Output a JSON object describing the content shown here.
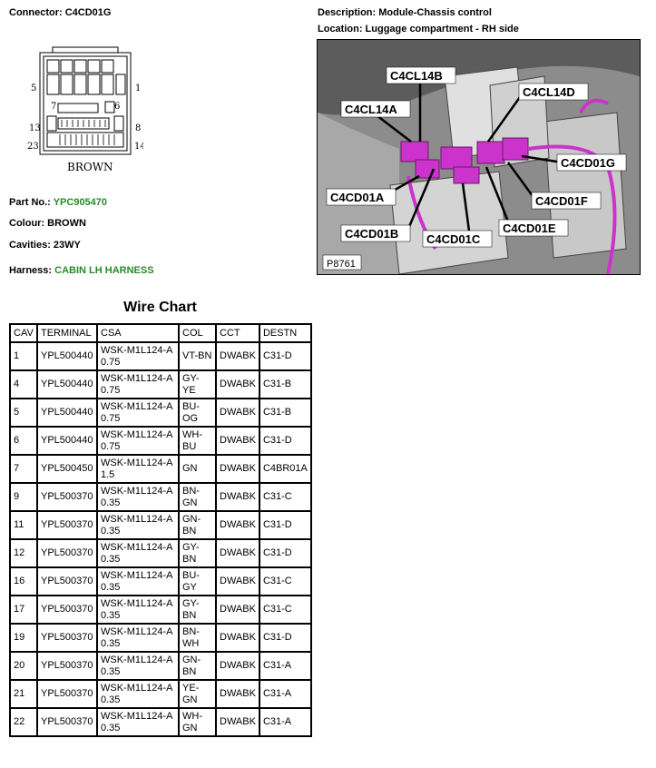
{
  "header": {
    "connector": "Connector: C4CD01G",
    "description": "Description: Module-Chassis control",
    "location": "Location: Luggage compartment - RH side"
  },
  "connector_diagram": {
    "pin_labels": [
      "5",
      "1",
      "7",
      "6",
      "13",
      "8",
      "23",
      "14"
    ],
    "colour_label": "BROWN"
  },
  "part": {
    "part_no_label": "Part No.:",
    "part_no_value": "YPC905470",
    "colour": "Colour: BROWN",
    "cavities": "Cavities: 23WY",
    "harness_label": "Harness:",
    "harness_value": "CABIN LH HARNESS"
  },
  "photo": {
    "ref": "P8761",
    "callouts": [
      "C4CL14B",
      "C4CL14D",
      "C4CL14A",
      "C4CD01G",
      "C4CD01A",
      "C4CD01F",
      "C4CD01E",
      "C4CD01B",
      "C4CD01C"
    ]
  },
  "wire_chart": {
    "title": "Wire Chart",
    "columns": [
      "CAV",
      "TERMINAL",
      "CSA",
      "COL",
      "CCT",
      "DESTN"
    ],
    "rows": [
      [
        "1",
        "YPL500440",
        "WSK-M1L124-A 0.75",
        "VT-BN",
        "DWABK",
        "C31-D"
      ],
      [
        "4",
        "YPL500440",
        "WSK-M1L124-A 0.75",
        "GY-YE",
        "DWABK",
        "C31-B"
      ],
      [
        "5",
        "YPL500440",
        "WSK-M1L124-A 0.75",
        "BU-OG",
        "DWABK",
        "C31-B"
      ],
      [
        "6",
        "YPL500440",
        "WSK-M1L124-A 0.75",
        "WH-BU",
        "DWABK",
        "C31-D"
      ],
      [
        "7",
        "YPL500450",
        "WSK-M1L124-A 1.5",
        "GN",
        "DWABK",
        "C4BR01A"
      ],
      [
        "9",
        "YPL500370",
        "WSK-M1L124-A 0.35",
        "BN-GN",
        "DWABK",
        "C31-C"
      ],
      [
        "11",
        "YPL500370",
        "WSK-M1L124-A 0.35",
        "GN-BN",
        "DWABK",
        "C31-D"
      ],
      [
        "12",
        "YPL500370",
        "WSK-M1L124-A 0.35",
        "GY-BN",
        "DWABK",
        "C31-D"
      ],
      [
        "16",
        "YPL500370",
        "WSK-M1L124-A 0.35",
        "BU-GY",
        "DWABK",
        "C31-C"
      ],
      [
        "17",
        "YPL500370",
        "WSK-M1L124-A 0.35",
        "GY-BN",
        "DWABK",
        "C31-C"
      ],
      [
        "19",
        "YPL500370",
        "WSK-M1L124-A 0.35",
        "BN-WH",
        "DWABK",
        "C31-D"
      ],
      [
        "20",
        "YPL500370",
        "WSK-M1L124-A 0.35",
        "GN-BN",
        "DWABK",
        "C31-A"
      ],
      [
        "21",
        "YPL500370",
        "WSK-M1L124-A 0.35",
        "YE-GN",
        "DWABK",
        "C31-A"
      ],
      [
        "22",
        "YPL500370",
        "WSK-M1L124-A 0.35",
        "WH-GN",
        "DWABK",
        "C31-A"
      ]
    ]
  },
  "colors": {
    "green_text": "#2a8a2a",
    "harness_magenta": "#cc33cc"
  }
}
